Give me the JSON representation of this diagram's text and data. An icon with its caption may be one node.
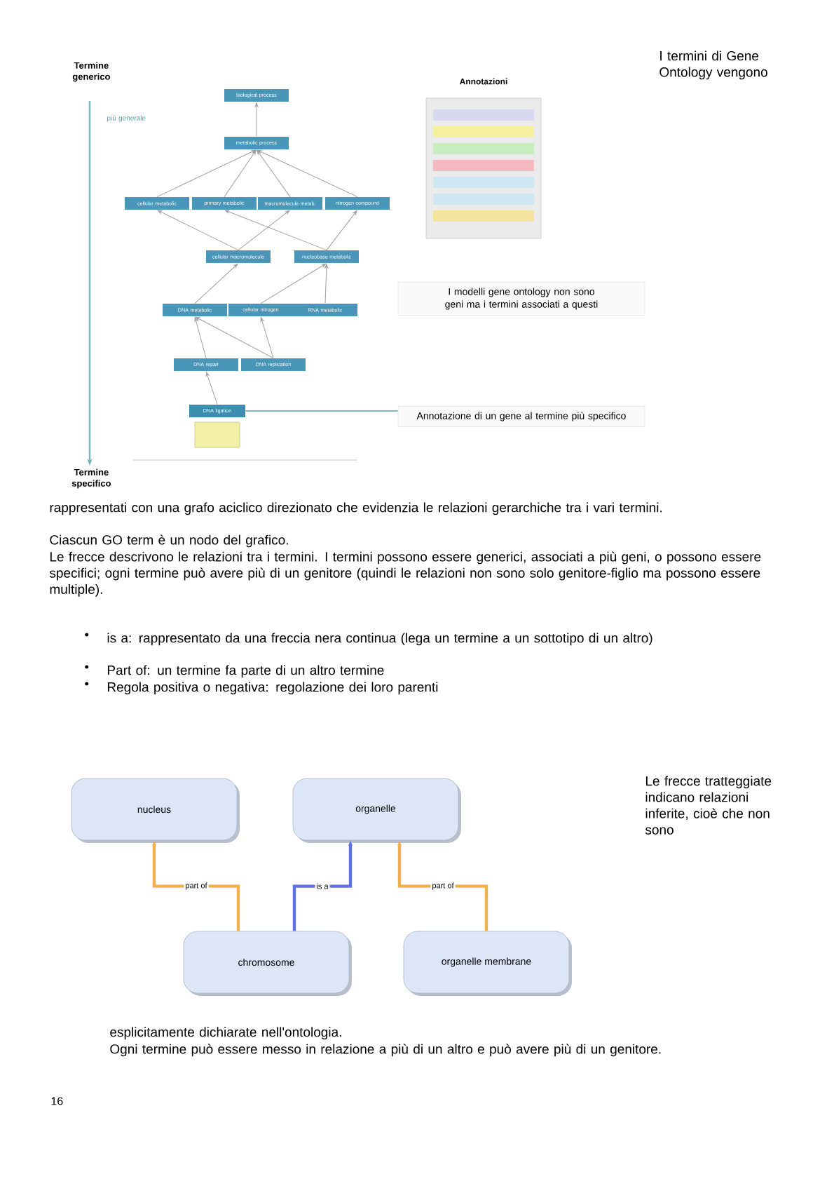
{
  "diagram": {
    "nodes": [
      {
        "text": [
          "biological process"
        ]
      },
      {
        "text": [
          "metabolic process"
        ]
      },
      {
        "text": [
          "cellular metabolic"
        ]
      },
      {
        "text": [
          "primary metabolic"
        ]
      },
      {
        "text": [
          "macromolecule metab."
        ]
      },
      {
        "text": [
          "nitrogen compound"
        ]
      },
      {
        "text": [
          "cellular macromolecule"
        ]
      },
      {
        "text": [
          "nucleobase metabolic"
        ]
      },
      {
        "text": [
          "DNA metabolic"
        ]
      },
      {
        "text": [
          "cellular nitrogen"
        ]
      },
      {
        "text": [
          "RNA metabolic"
        ]
      },
      {
        "text": [
          "DNA repair"
        ]
      },
      {
        "text": [
          "DNA replication"
        ]
      },
      {
        "text": [
          "DNA ligation"
        ]
      },
      {
        "text": [],
        "shape": "box"
      },
      {
        "text": [
          "Annotazioni"
        ]
      },
      {
        "text": [
          "I modelli gene ontology non sono geni ma i termini associati a questi"
        ]
      },
      {
        "text": [
          "Annotazione di un gene al termine più specifico"
        ]
      },
      {
        "text": [
          "nucleus"
        ]
      },
      {
        "text": [
          "organelle"
        ]
      },
      {
        "text": [
          "chromosome"
        ]
      },
      {
        "text": [
          "organelle membrane"
        ]
      }
    ],
    "edges": [
      {
        "from": 1,
        "to": 0,
        "arrow": "to"
      },
      {
        "from": 2,
        "to": 1,
        "arrow": "to"
      },
      {
        "from": 3,
        "to": 1,
        "arrow": "to"
      },
      {
        "from": 4,
        "to": 1,
        "arrow": "to"
      },
      {
        "from": 5,
        "to": 1,
        "arrow": "to"
      },
      {
        "from": 6,
        "to": 2,
        "arrow": "to"
      },
      {
        "from": 6,
        "to": 4,
        "arrow": "to"
      },
      {
        "from": 7,
        "to": 3,
        "arrow": "to"
      },
      {
        "from": 7,
        "to": 5,
        "arrow": "to"
      },
      {
        "from": 8,
        "to": 6,
        "arrow": "to"
      },
      {
        "from": 9,
        "to": 7,
        "arrow": "to"
      },
      {
        "from": 10,
        "to": 7,
        "arrow": "to"
      },
      {
        "from": 11,
        "to": 8,
        "arrow": "to"
      },
      {
        "from": 12,
        "to": 8,
        "arrow": "to"
      },
      {
        "from": 12,
        "to": 9,
        "arrow": "to"
      },
      {
        "from": 13,
        "to": 11,
        "arrow": "to"
      },
      {
        "from": 13,
        "to": 17,
        "arrow": "none",
        "color": "#5aa0a8"
      },
      {
        "from": 20,
        "to": 18,
        "arrow": "to",
        "label": "part of",
        "style": "thick",
        "color": "#f0b050"
      },
      {
        "from": 20,
        "to": 19,
        "arrow": "to",
        "label": "is a",
        "style": "thick",
        "color": "#6070e0"
      },
      {
        "from": 21,
        "to": 19,
        "arrow": "to",
        "label": "part of",
        "style": "thick",
        "color": "#f0b050"
      }
    ],
    "labels": [
      "Termine generico",
      "più generale",
      "Termine specifico",
      "I termini di Gene Ontology vengono",
      "rappresentati con una grafo aciclico direzionato che evidenzia le relazioni gerarchiche tra i vari termini.",
      "Ciascun GO term è un nodo del grafico.",
      "Le frecce descrivono le relazioni tra i termini. I termini possono essere generici, associati a più geni, o possono essere specifici; ogni termine può avere più di un genitore (quindi le relazioni non sono solo genitore-figlio ma possono essere multiple).",
      "•",
      "is a: rappresentato da una freccia nera continua (lega un termine a un sottotipo di un altro)",
      "•",
      "Part of: un termine fa parte di un altro termine",
      "•",
      "Regola positiva o negativa: regolazione dei loro parenti",
      "Le frecce tratteggiate indicano relazioni inferite, cioè che non sono",
      "esplicitamente dichiarate nell'ontologia.",
      "Ogni termine può essere messo in relazione a più di un altro e può avere più di un genitore.",
      "16"
    ]
  }
}
